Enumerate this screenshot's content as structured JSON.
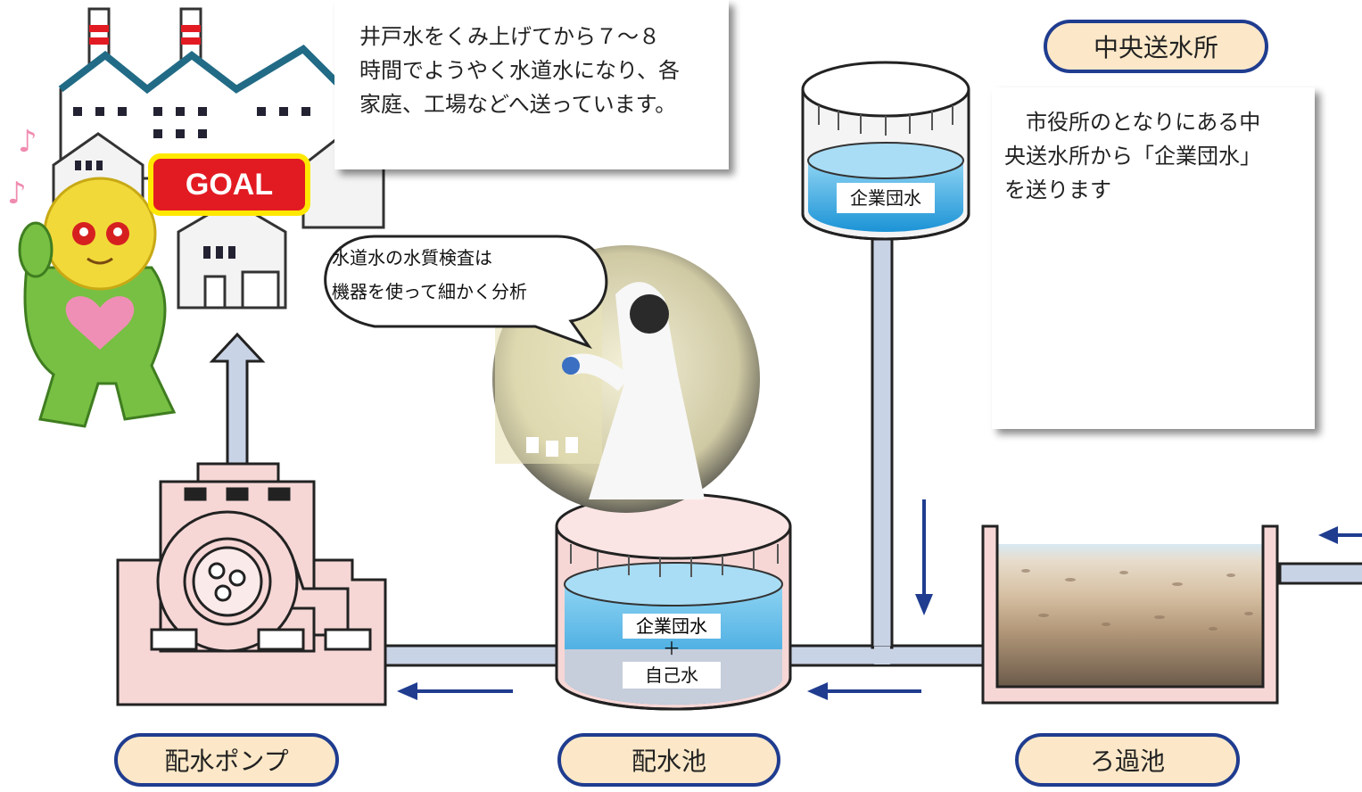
{
  "top_callout": {
    "lines": [
      "井戸水をくみ上げてから７～８",
      "時間でようやく水道水になり、各",
      "家庭、工場などへ送っています。"
    ]
  },
  "goal_badge": "GOAL",
  "speech_bubble": {
    "lines": [
      "水道水の水質検査は",
      "機器を使って細かく分析"
    ]
  },
  "central_station": {
    "title": "中央送水所",
    "desc_lines": [
      "　市役所のとなりにある中",
      "央送水所から「企業団水」",
      "を送ります"
    ]
  },
  "elevated_tank_label": "企業団水",
  "distribution_tank_label": {
    "top": "企業団水",
    "plus": "＋",
    "bottom": "自己水"
  },
  "stage_labels": {
    "pump": "配水ポンプ",
    "reservoir": "配水池",
    "filter": "ろ過池"
  },
  "colors": {
    "pill_border": "#1f3c8f",
    "pill_fill": "#fce8c8",
    "pipe_fill": "#c9d3e6",
    "arrow": "#1f3c8f",
    "water": "#2aa4e0",
    "pump_fill": "#f6d7d6",
    "goal_red": "#e21b23",
    "goal_yellow": "#ffe800"
  }
}
